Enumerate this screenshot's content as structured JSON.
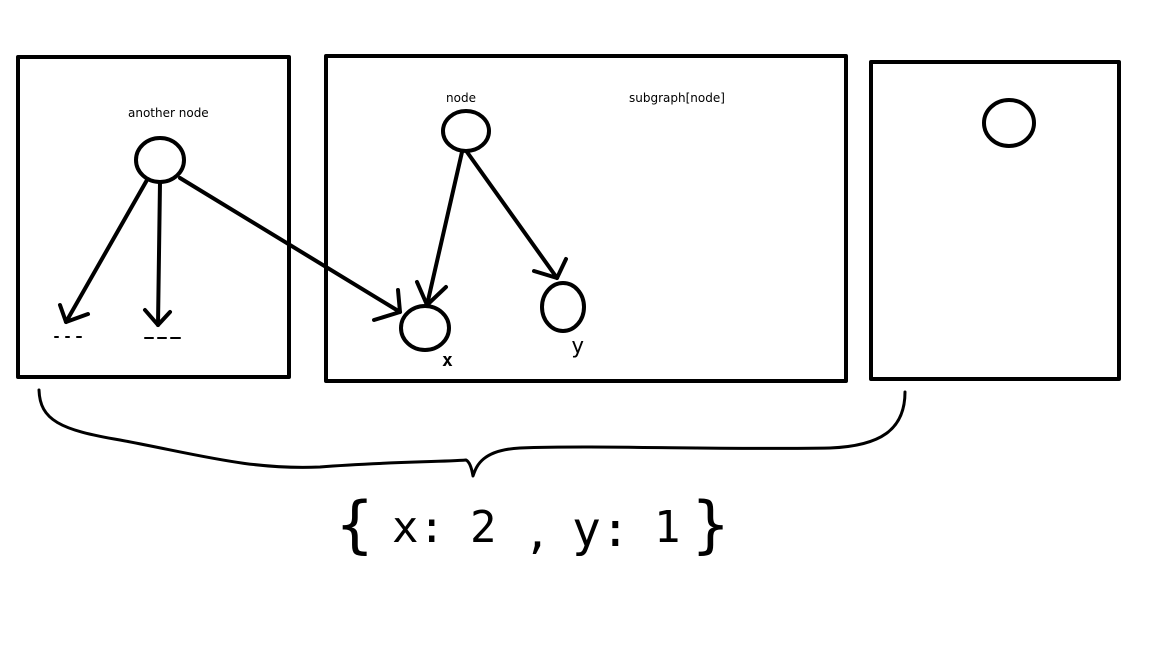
{
  "colors": {
    "ink": "#000000",
    "background": "#ffffff"
  },
  "diagram": {
    "left_panel": {
      "node_label": "another node"
    },
    "middle_panel": {
      "node_label": "node",
      "subgraph_label": "subgraph[node]",
      "child_x_label": "x",
      "child_y_label": "y"
    },
    "right_panel": {},
    "result": {
      "open_brace": "{",
      "key_x": "x:",
      "value_x": "2",
      "comma": ",",
      "key_y": "y:",
      "value_y": "1",
      "close_brace": "}"
    }
  }
}
